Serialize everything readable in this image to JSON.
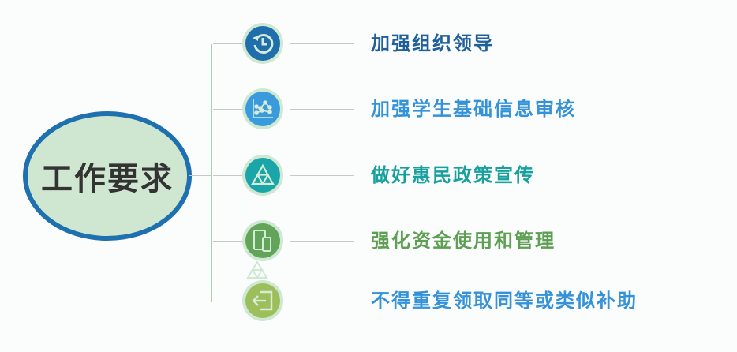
{
  "center": {
    "title": "工作要求"
  },
  "colors": {
    "center_border": "#1e70ae",
    "center_fill": "#cfe7d1"
  },
  "items": [
    {
      "label": "加强组织领导",
      "icon": "history-icon",
      "color": "#1e6fac",
      "text_color": "#1f5f9a"
    },
    {
      "label": "加强学生基础信息审核",
      "icon": "line-chart-icon",
      "color": "#3a9ade",
      "text_color": "#3592d8"
    },
    {
      "label": "做好惠民政策宣传",
      "icon": "triangle-icon",
      "color": "#1aa6a8",
      "text_color": "#17a09e"
    },
    {
      "label": "强化资金使用和管理",
      "icon": "devices-icon",
      "color": "#63a45b",
      "text_color": "#5e9f54"
    },
    {
      "label": "不得重复领取同等或类似补助",
      "icon": "sign-in-icon",
      "color": "#9dbf5b",
      "text_color": "#3592d8"
    }
  ]
}
